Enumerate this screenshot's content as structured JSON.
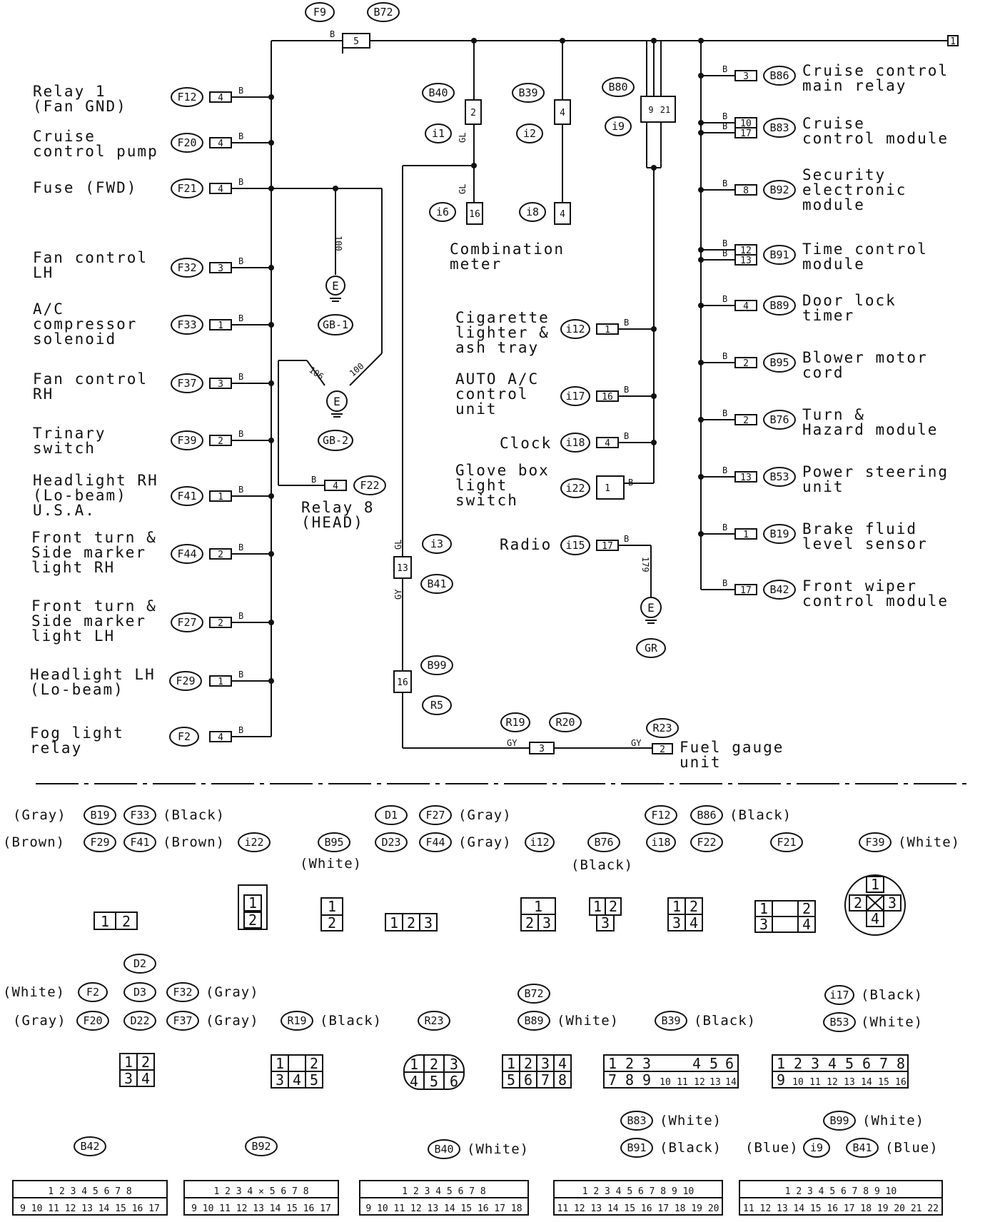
{
  "colors": {
    "ink": "#111111",
    "paper": "#ffffff"
  },
  "top": {
    "f9": "F9",
    "b72": "B72",
    "pin5": "5",
    "terminal": "1",
    "wire_b": "B"
  },
  "left": [
    {
      "name": "Relay 1\n(Fan GND)",
      "conn": "F12",
      "pin": "4"
    },
    {
      "name": "Cruise\ncontrol pump",
      "conn": "F20",
      "pin": "4"
    },
    {
      "name": "Fuse (FWD)",
      "conn": "F21",
      "pin": "4"
    },
    {
      "name": "Fan control\nLH",
      "conn": "F32",
      "pin": "3"
    },
    {
      "name": "A/C\ncompressor\nsolenoid",
      "conn": "F33",
      "pin": "1"
    },
    {
      "name": "Fan control\nRH",
      "conn": "F37",
      "pin": "3"
    },
    {
      "name": "Trinary\nswitch",
      "conn": "F39",
      "pin": "2"
    },
    {
      "name": "Headlight RH\n(Lo-beam)\nU.S.A.",
      "conn": "F41",
      "pin": "1"
    },
    {
      "name": "Front turn &\nSide marker\nlight RH",
      "conn": "F44",
      "pin": "2"
    },
    {
      "name": "Front turn &\nSide marker\nlight LH",
      "conn": "F27",
      "pin": "2"
    },
    {
      "name": "Headlight LH\n(Lo-beam)",
      "conn": "F29",
      "pin": "1"
    },
    {
      "name": "Fog light\nrelay",
      "conn": "F2",
      "pin": "4"
    }
  ],
  "ground": {
    "gb1": "GB-1",
    "gb2": "GB-2",
    "gr": "GR",
    "e": "E",
    "w100a": "100",
    "w106": "106",
    "w100b": "100",
    "w179": "179"
  },
  "relay8": {
    "conn": "F22",
    "pin": "4",
    "label": "Relay 8\n(HEAD)"
  },
  "meter": {
    "b40": "B40",
    "i1": "i1",
    "b39": "B39",
    "i2": "i2",
    "b80": "B80",
    "i9": "i9",
    "i6": "i6",
    "i8": "i8",
    "p2": "2",
    "p4a": "4",
    "p9": "9",
    "p21": "21",
    "p16": "16",
    "p4b": "4",
    "wire_gl": "GL",
    "label": "Combination\nmeter"
  },
  "middle": [
    {
      "name": "Cigarette\nlighter &\nash tray",
      "conn": "i12",
      "pin": "1"
    },
    {
      "name": "AUTO A/C\ncontrol\nunit",
      "conn": "i17",
      "pin": "16"
    },
    {
      "name": "Clock",
      "conn": "i18",
      "pin": "4"
    },
    {
      "name": "Glove box\nlight\nswitch",
      "conn": "i22",
      "pin": "1"
    },
    {
      "name": "Radio",
      "conn": "i15",
      "pin": "17"
    }
  ],
  "fuel": {
    "i3": "i3",
    "b41": "B41",
    "b99": "B99",
    "r5": "R5",
    "r19": "R19",
    "r20": "R20",
    "r23": "R23",
    "p13": "13",
    "p16": "16",
    "p3": "3",
    "p2": "2",
    "gy": "GY",
    "gl": "GL",
    "label": "Fuel gauge\nunit"
  },
  "right": [
    {
      "name": "Cruise control\nmain relay",
      "conn": "B86",
      "pins": [
        "3"
      ]
    },
    {
      "name": "Cruise\ncontrol module",
      "conn": "B83",
      "pins": [
        "10",
        "17"
      ]
    },
    {
      "name": "Security\nelectronic\nmodule",
      "conn": "B92",
      "pins": [
        "8"
      ]
    },
    {
      "name": "Time control\nmodule",
      "conn": "B91",
      "pins": [
        "12",
        "13"
      ]
    },
    {
      "name": "Door lock\ntimer",
      "conn": "B89",
      "pins": [
        "4"
      ]
    },
    {
      "name": "Blower motor\ncord",
      "conn": "B95",
      "pins": [
        "2"
      ]
    },
    {
      "name": "Turn &\nHazard module",
      "conn": "B76",
      "pins": [
        "2"
      ]
    },
    {
      "name": "Power steering\nunit",
      "conn": "B53",
      "pins": [
        "13"
      ]
    },
    {
      "name": "Brake fluid\nlevel sensor",
      "conn": "B19",
      "pins": [
        "1"
      ]
    },
    {
      "name": "Front wiper\ncontrol module",
      "conn": "B42",
      "pins": [
        "17"
      ]
    }
  ],
  "legend": {
    "gray": "(Gray)",
    "brown": "(Brown)",
    "black": "(Black)",
    "white": "(White)",
    "blue": "(Blue)",
    "row1": [
      "B19",
      "F33",
      "F29",
      "F41",
      "i22",
      "B95",
      "D1",
      "D23",
      "F27",
      "F44",
      "i12",
      "B76",
      "F12",
      "B86",
      "i18",
      "F22",
      "F21",
      "F39"
    ],
    "row2": [
      "D2",
      "D3",
      "D22",
      "F2",
      "F20",
      "F32",
      "F37",
      "R19",
      "R23",
      "B72",
      "B89",
      "B39",
      "i17",
      "B53"
    ],
    "row3": [
      "B83",
      "B91",
      "B99",
      "i9",
      "B41",
      "B42",
      "B92",
      "B40"
    ]
  }
}
